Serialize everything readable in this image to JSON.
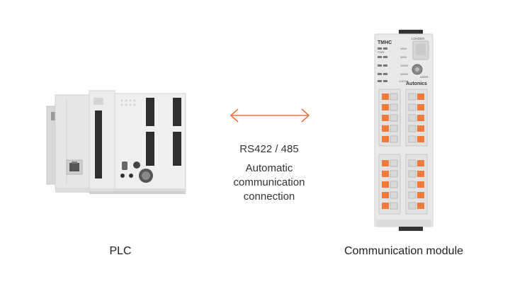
{
  "labels": {
    "left_device": "PLC",
    "right_device": "Communication module",
    "protocol": "RS422 / 485",
    "description_lines": [
      "Automatic",
      "communication",
      "connection"
    ]
  },
  "module": {
    "model": "TMHC",
    "brand": "Autonics",
    "loader": "LOADER",
    "addr": "ADDR",
    "pwr": "PWR",
    "baud_rates": [
      "4800",
      "9600",
      "19200",
      "38400",
      "115200"
    ]
  },
  "colors": {
    "arrow": "#e8733e",
    "terminal": "#f07a3a",
    "body": "#e9e9e9"
  },
  "icons": {
    "arrow": "double-arrow-icon",
    "ethernet_port": "ethernet-port-icon"
  }
}
